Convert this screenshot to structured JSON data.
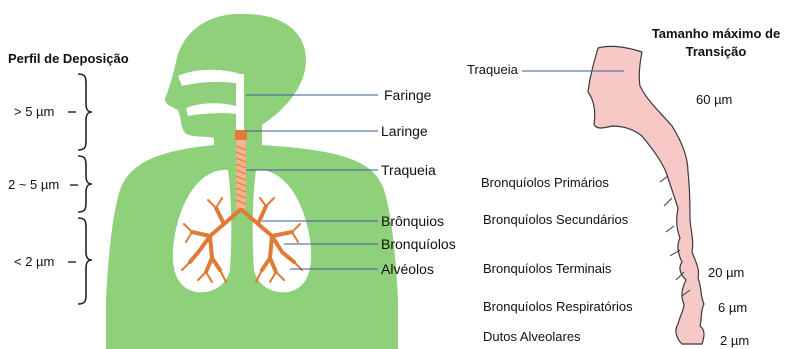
{
  "deposition": {
    "title": "Perfil de Deposição",
    "ranges": [
      "> 5 µm",
      "2 ~ 5 µm",
      "< 2  µm"
    ]
  },
  "anatomy_labels": [
    "Faringe",
    "Laringe",
    "Traqueia",
    "Brônquios",
    "Bronquíolos",
    "Alvéolos"
  ],
  "transition": {
    "title_line1": "Tamanho máximo de",
    "title_line2": "Transição",
    "trachea_label": "Traqueia",
    "airway_labels": [
      "Bronquíolos  Primários",
      "Bronquíolos  Secundários",
      "Bronquíolos  Terminais",
      "Bronquíolos  Respiratórios",
      "Dutos Alveolares"
    ],
    "sizes": [
      "60 µm",
      "20 µm",
      "6 µm",
      "2 µm"
    ]
  },
  "colors": {
    "body": "#8fd07a",
    "airway": "#e07a36",
    "lung": "#ffffff",
    "transition_fill": "#f7c9c6",
    "leader_line": "#3b5a9a"
  }
}
